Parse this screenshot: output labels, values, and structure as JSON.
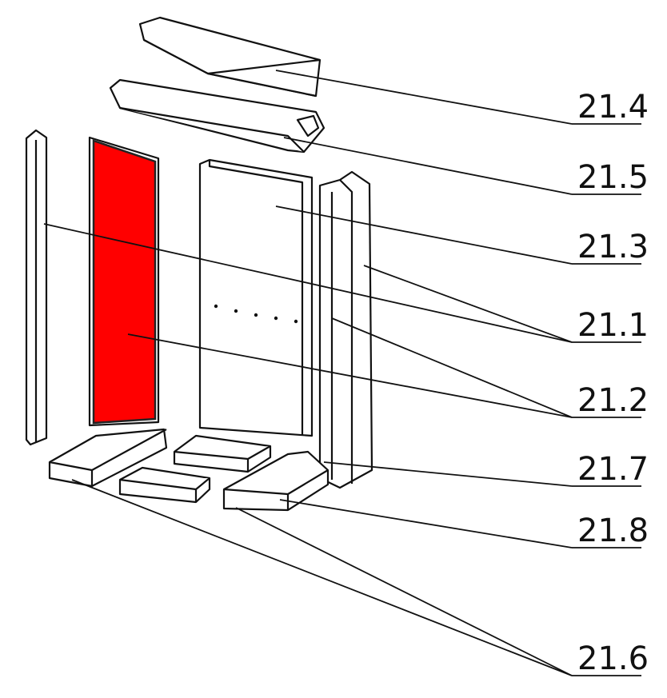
{
  "diagram": {
    "highlight_color": "#ff0000",
    "labels": [
      {
        "id": "21.4",
        "text": "21.4"
      },
      {
        "id": "21.5",
        "text": "21.5"
      },
      {
        "id": "21.3",
        "text": "21.3"
      },
      {
        "id": "21.1",
        "text": "21.1"
      },
      {
        "id": "21.2",
        "text": "21.2"
      },
      {
        "id": "21.7",
        "text": "21.7"
      },
      {
        "id": "21.8",
        "text": "21.8"
      },
      {
        "id": "21.6",
        "text": "21.6"
      }
    ]
  }
}
